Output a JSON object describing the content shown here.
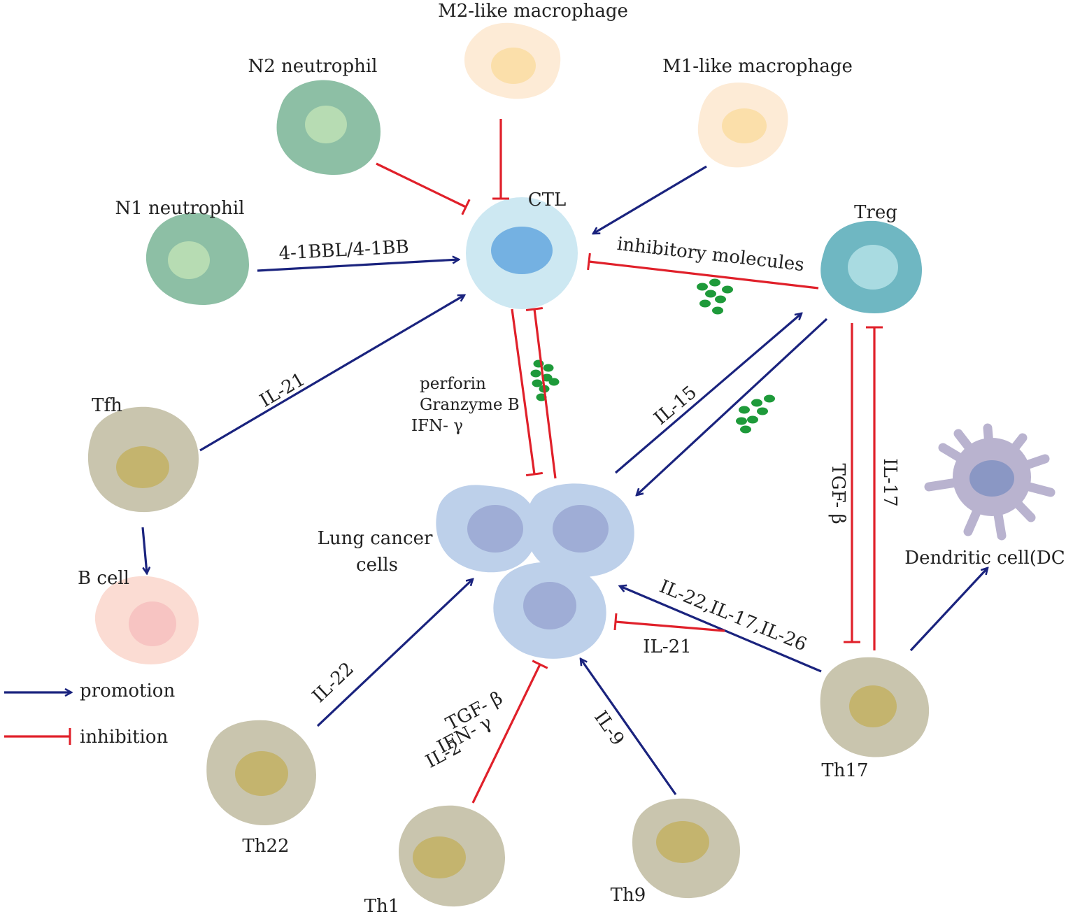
{
  "cells": {
    "m2": "M2-like macrophage",
    "n2": "N2 neutrophil",
    "m1": "M1-like macrophage",
    "n1": "N1 neutrophil",
    "ctl": "CTL",
    "treg": "Treg",
    "tfh": "Tfh",
    "bcell": "B cell",
    "lung1": "Lung cancer",
    "lung2": "cells",
    "dc": "Dendritic cell(DC)",
    "th17": "Th17",
    "th22": "Th22",
    "th1": "Th1",
    "th9": "Th9"
  },
  "interactions": {
    "n1_ctl": "4-1BBL/4-1BB",
    "treg_ctl": "inhibitory molecules",
    "tfh_ctl": "IL-21",
    "ctl_lung_1": "perforin",
    "ctl_lung_2": "Granzyme B",
    "ctl_lung_3": "IFN- γ",
    "lung_treg": "IL-15",
    "treg_th17": "TGF- β",
    "th17_treg": "IL-17",
    "th17_lung": "IL-22,IL-17,IL-26",
    "th17_lung_inhib": "IL-21",
    "th22_lung": "IL-22",
    "th1_lung_1": "TGF- β",
    "th1_lung_2": "IFN- γ",
    "th1_lung_3": "IL-2",
    "th9_lung": "IL-9"
  },
  "legend": {
    "promotion": "promotion",
    "inhibition": "inhibition"
  },
  "colors": {
    "promotion": "#1a237e",
    "inhibition": "#e0202a",
    "neutrophil": "#8dbfa5",
    "macrophage": "#fdebd6",
    "ctl": "#cde8f2",
    "treg": "#6fb7c2",
    "th": "#c9c5ae",
    "bcell": "#fbdcd3",
    "lung": "#bdd0ea",
    "dc": "#b9b3cf",
    "granule": "#1e9a3a"
  }
}
